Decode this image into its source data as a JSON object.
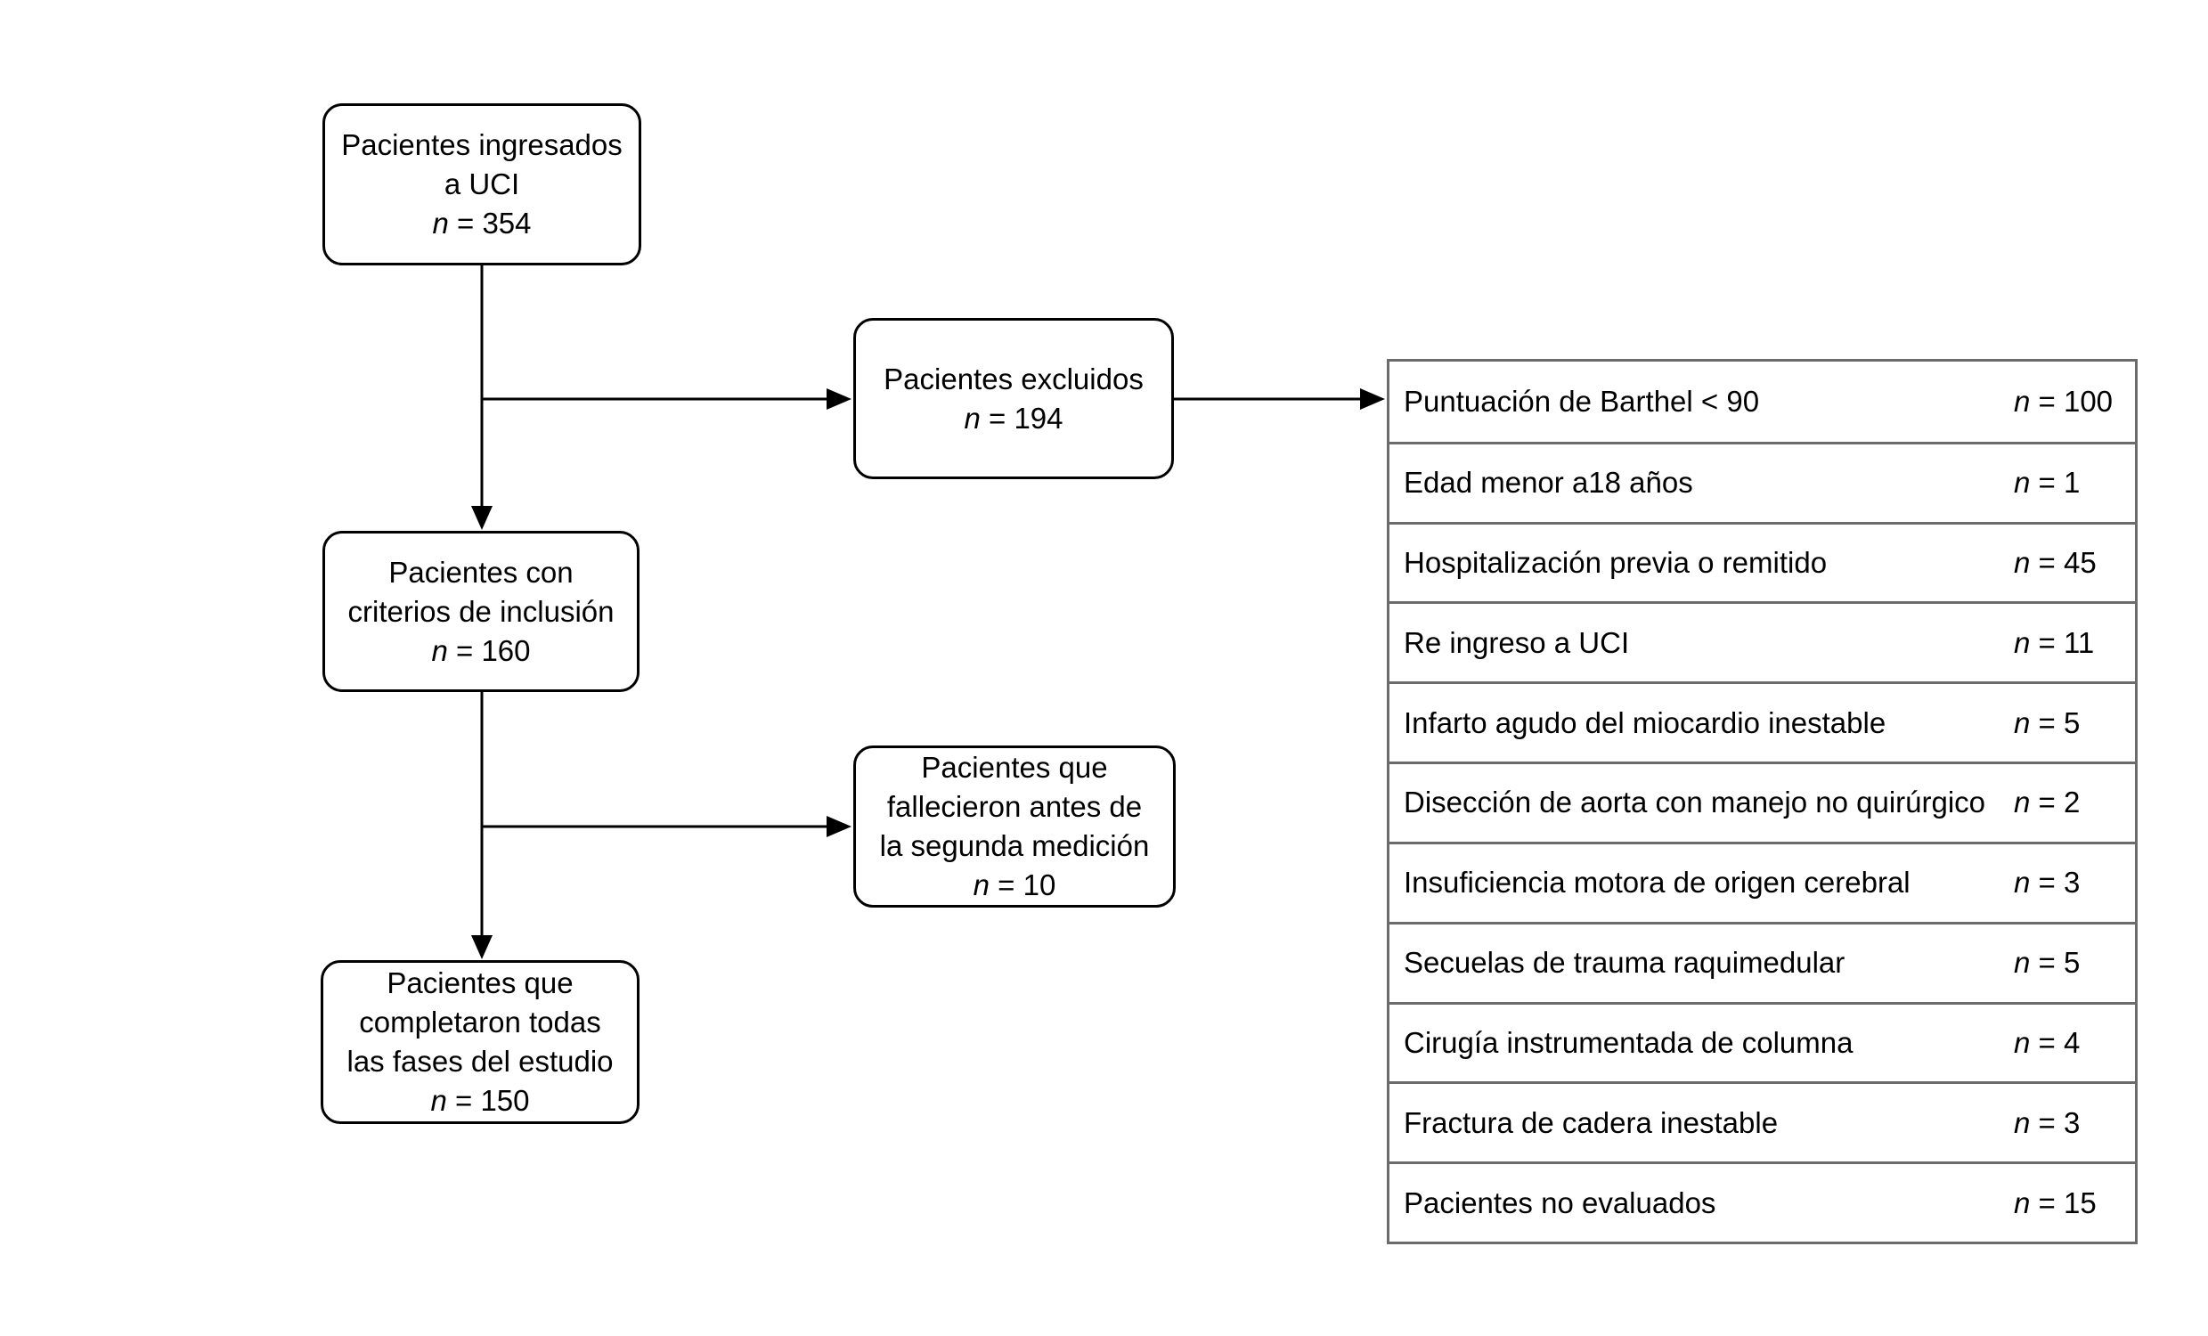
{
  "diagram": {
    "boxes": {
      "admitted": {
        "text": "Pacientes ingresados\na UCI",
        "n_symbol": "n",
        "n_rest": " = 354"
      },
      "excluded": {
        "text": "Pacientes excluidos",
        "n_symbol": "n",
        "n_rest": " = 194"
      },
      "included": {
        "text": "Pacientes con\ncriterios de inclusión",
        "n_symbol": "n",
        "n_rest": " = 160"
      },
      "deceased": {
        "text": "Pacientes que\nfallecieron antes de\nla segunda medición",
        "n_symbol": "n",
        "n_rest": " = 10"
      },
      "completed": {
        "text": "Pacientes que\ncompletaron todas\nlas fases del estudio",
        "n_symbol": "n",
        "n_rest": " = 150"
      }
    },
    "exclusion_table": {
      "rows": [
        {
          "label": "Puntuación de Barthel < 90",
          "n_symbol": "n",
          "n_rest": " = 100"
        },
        {
          "label": "Edad menor a18 años",
          "n_symbol": "n",
          "n_rest": " = 1"
        },
        {
          "label": "Hospitalización previa o remitido",
          "n_symbol": "n",
          "n_rest": " = 45"
        },
        {
          "label": "Re ingreso a UCI",
          "n_symbol": "n",
          "n_rest": " = 11"
        },
        {
          "label": "Infarto agudo del miocardio inestable",
          "n_symbol": "n",
          "n_rest": " = 5"
        },
        {
          "label": "Disección de aorta con manejo no quirúrgico",
          "n_symbol": "n",
          "n_rest": " = 2"
        },
        {
          "label": "Insuficiencia motora de origen cerebral",
          "n_symbol": "n",
          "n_rest": " = 3"
        },
        {
          "label": "Secuelas de trauma raquimedular",
          "n_symbol": "n",
          "n_rest": " = 5"
        },
        {
          "label": "Cirugía instrumentada de columna",
          "n_symbol": "n",
          "n_rest": " = 4"
        },
        {
          "label": "Fractura de cadera inestable",
          "n_symbol": "n",
          "n_rest": " = 3"
        },
        {
          "label": "Pacientes no evaluados",
          "n_symbol": "n",
          "n_rest": " = 15"
        }
      ]
    },
    "colors": {
      "box_border": "#000000",
      "table_border": "#6b6b6b",
      "text": "#000000",
      "background": "#ffffff"
    }
  }
}
